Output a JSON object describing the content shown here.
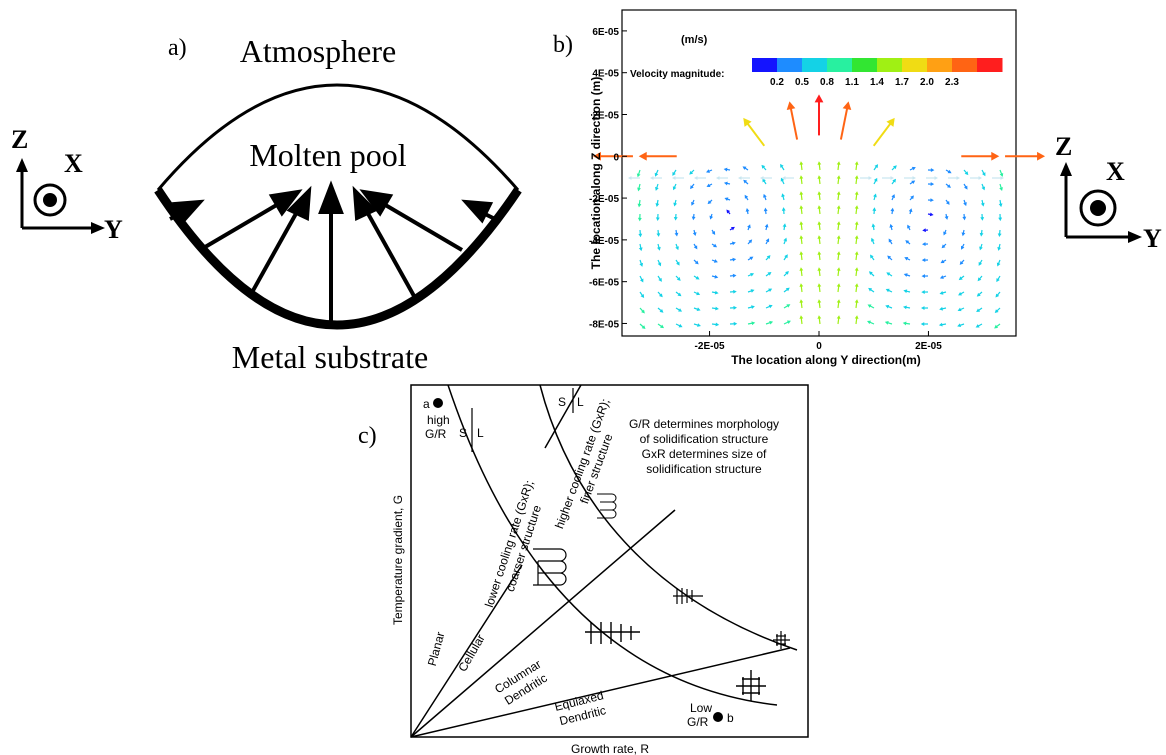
{
  "panel_a": {
    "label": "a)",
    "atmosphere": "Atmosphere",
    "molten_pool": "Molten pool",
    "metal_substrate": "Metal substrate",
    "axes": {
      "z": "Z",
      "x": "X",
      "y": "Y"
    }
  },
  "panel_b": {
    "label": "b)",
    "axes_right": {
      "z": "Z",
      "x": "X",
      "y": "Y"
    },
    "chart_data": {
      "type": "vector-field",
      "xlabel": "The location along Y direction(m)",
      "ylabel": "The location along Z direction (m)",
      "xlim": [
        -3.6e-05,
        3.6e-05
      ],
      "ylim": [
        -8.6e-05,
        7e-05
      ],
      "x_ticks": [
        {
          "v": -2e-05,
          "label": "-2E-05"
        },
        {
          "v": 0,
          "label": "0"
        },
        {
          "v": 2e-05,
          "label": "2E-05"
        }
      ],
      "y_ticks": [
        {
          "v": 6e-05,
          "label": "6E-05"
        },
        {
          "v": 4e-05,
          "label": "4E-05"
        },
        {
          "v": 2e-05,
          "label": "2E-05"
        },
        {
          "v": 0,
          "label": "0"
        },
        {
          "v": -2e-05,
          "label": "-2E-05"
        },
        {
          "v": -4e-05,
          "label": "-4E-05"
        },
        {
          "v": -6e-05,
          "label": "-6E-05"
        },
        {
          "v": -8e-05,
          "label": "-8E-05"
        }
      ],
      "legend": {
        "unit": "(m/s)",
        "title": "Velocity magnitude:",
        "levels": [
          "0.2",
          "0.5",
          "0.8",
          "1.1",
          "1.4",
          "1.7",
          "2.0",
          "2.3"
        ],
        "colors": [
          "#1414ff",
          "#1e8cff",
          "#14d2e6",
          "#28f0a0",
          "#32e632",
          "#a0f014",
          "#f0dc14",
          "#ffa014",
          "#ff6414",
          "#ff1e1e"
        ]
      },
      "arrows": [
        {
          "x": -3.4e-05,
          "y": 0,
          "dx": -1,
          "dy": 0,
          "speed": 2.2
        },
        {
          "x": -2.6e-05,
          "y": 0,
          "dx": -1,
          "dy": 0,
          "speed": 2.0
        },
        {
          "x": 2.6e-05,
          "y": 0,
          "dx": 1,
          "dy": 0,
          "speed": 2.0
        },
        {
          "x": 3.4e-05,
          "y": 0,
          "dx": 1,
          "dy": 0,
          "speed": 2.2
        },
        {
          "x": 0,
          "y": 1e-05,
          "dx": 0,
          "dy": 1,
          "speed": 2.3
        },
        {
          "x": -4e-06,
          "y": 8e-06,
          "dx": -0.2,
          "dy": 1,
          "speed": 2.1
        },
        {
          "x": 4e-06,
          "y": 8e-06,
          "dx": 0.2,
          "dy": 1,
          "speed": 2.1
        },
        {
          "x": -1e-05,
          "y": 5e-06,
          "dx": -0.6,
          "dy": 0.8,
          "speed": 1.7
        },
        {
          "x": 1e-05,
          "y": 5e-06,
          "dx": 0.6,
          "dy": 0.8,
          "speed": 1.7
        }
      ]
    }
  },
  "panel_c": {
    "label": "c)",
    "xlabel": "Growth rate, R",
    "ylabel": "Temperature gradient, G",
    "point_a": "a",
    "high_gr": [
      "high",
      "G/R"
    ],
    "point_b": "b",
    "low_gr": [
      "Low",
      "G/R"
    ],
    "s": "S",
    "l": "L",
    "note": [
      "G/R determines morphology",
      "of solidification structure",
      "GxR determines size of",
      "solidification structure"
    ],
    "lower_rate": [
      "lower cooling rate (GxR);",
      "coarser structure"
    ],
    "higher_rate": [
      "higher cooling rate (GxR);",
      "finer structure"
    ],
    "regions": {
      "planar": "Planar",
      "cellular": "Cellular",
      "columnar": [
        "Columnar",
        "Dendritic"
      ],
      "equiaxed": [
        "Equiaxed",
        "Dendritic"
      ]
    }
  }
}
